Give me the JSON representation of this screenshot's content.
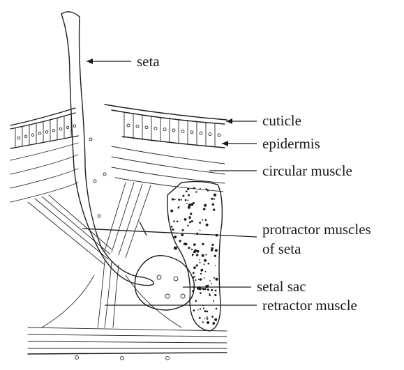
{
  "labels": {
    "seta": "seta",
    "cuticle": "cuticle",
    "epidermis": "epidermis",
    "circular_muscle": "circular muscle",
    "protractor_line1": "protractor muscles",
    "protractor_line2": "of seta",
    "setal_sac": "setal sac",
    "retractor_muscle": "retractor muscle"
  }
}
